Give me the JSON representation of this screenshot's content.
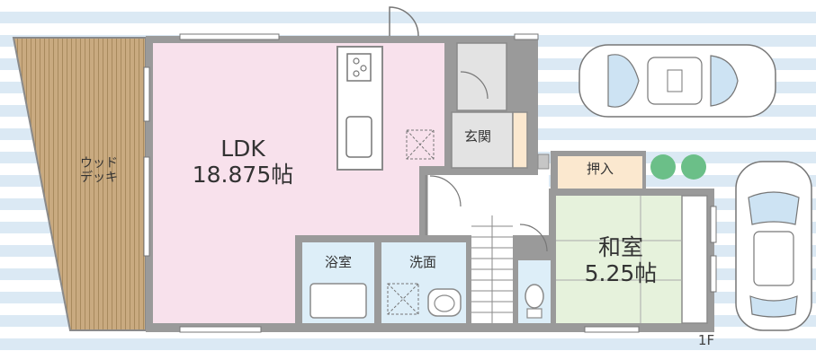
{
  "plan": {
    "floor": "1F",
    "rooms": {
      "ldk": {
        "name": "LDK",
        "area": "18.875帖"
      },
      "entrance": {
        "name": "玄関"
      },
      "closet": {
        "name": "押入"
      },
      "washitsu": {
        "name": "和室",
        "area": "5.25帖"
      },
      "bathroom": {
        "name": "浴室"
      },
      "washroom": {
        "name": "洗面"
      },
      "deck": {
        "name": "ウッド\nデッキ"
      }
    }
  },
  "colors": {
    "ldk": "#f8e1ec",
    "washitsu": "#e6f2dc",
    "closet": "#fbe8cf",
    "wet": "#ddeef8",
    "deck": "#c9aa80",
    "wall": "#8a8a8a",
    "hall": "#ffffff"
  }
}
